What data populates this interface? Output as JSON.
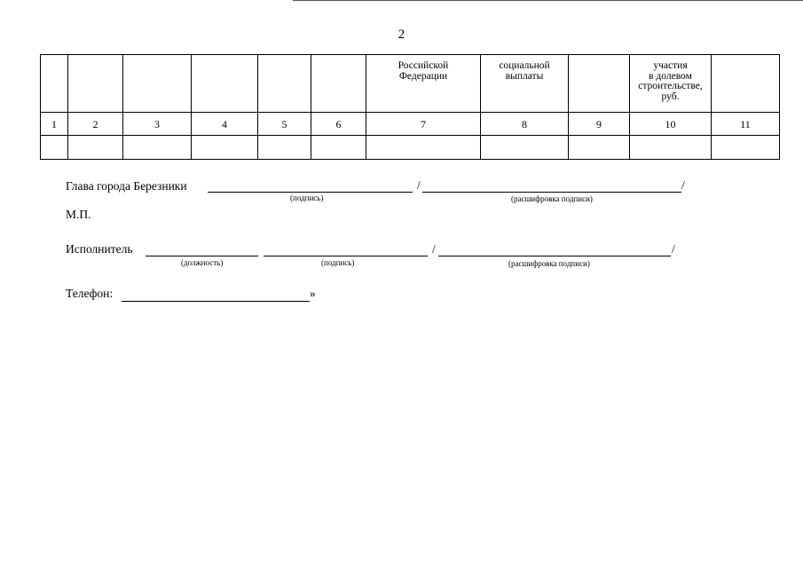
{
  "page_number": "2",
  "table": {
    "header_cells": [
      "",
      "",
      "",
      "",
      "",
      "",
      "Российской Федерации",
      "социальной выплаты",
      "",
      "участия в долевом строительстве, руб.",
      ""
    ],
    "header_lines": {
      "c7": [
        "Российской",
        "Федерации"
      ],
      "c8": [
        "социальной",
        "выплаты"
      ],
      "c10": [
        "участия",
        "в долевом",
        "строительстве,",
        "руб."
      ]
    },
    "column_numbers": [
      "1",
      "2",
      "3",
      "4",
      "5",
      "6",
      "7",
      "8",
      "9",
      "10",
      "11"
    ]
  },
  "signatures": {
    "head_label": "Глава города Березники",
    "signature_caption": "(подпись)",
    "decoding_caption": "(расшифровка подписи)",
    "stamp_label": "М.П.",
    "executor_label": "Исполнитель",
    "position_caption": "(должность)",
    "executor_signature_caption": "(подпись)",
    "executor_decoding_caption": "(расшифровка подписи)",
    "phone_label": "Телефон:",
    "closing_quote": "»",
    "slash": "/"
  }
}
